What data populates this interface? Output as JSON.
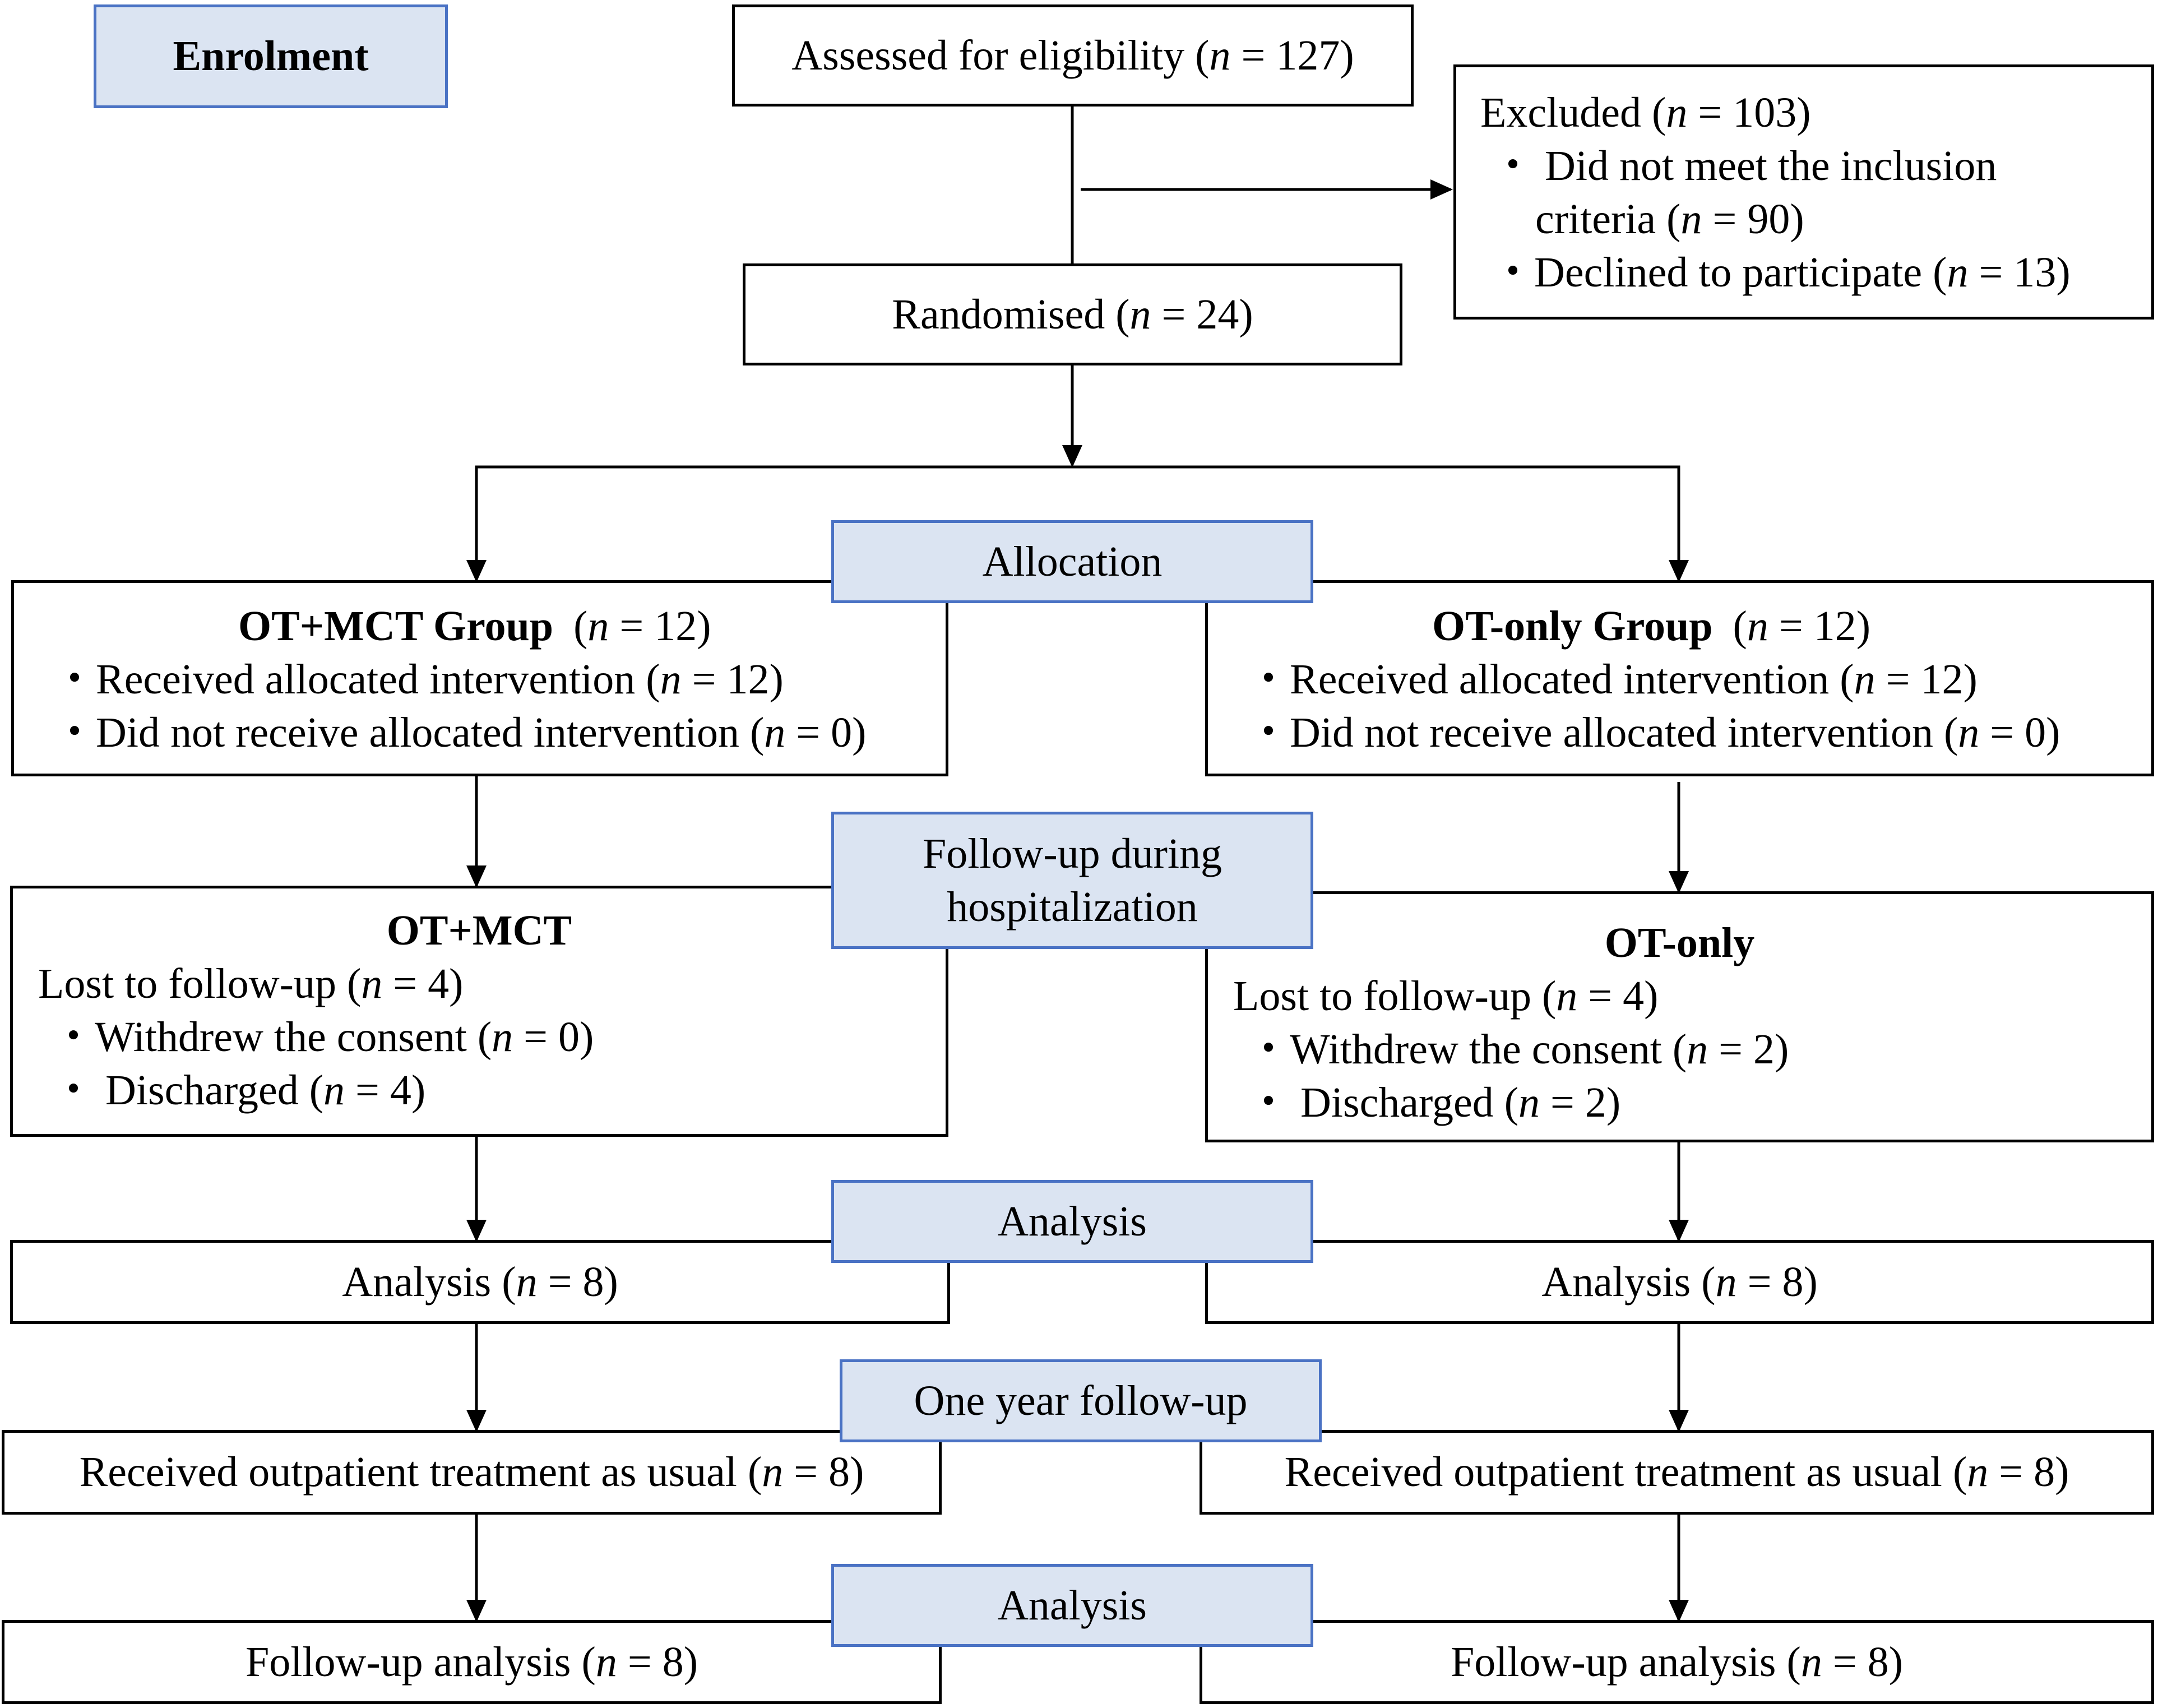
{
  "stages": {
    "enrolment": "Enrolment",
    "allocation": "Allocation",
    "followup_hosp": [
      "Follow-up during",
      "hospitalization"
    ],
    "analysis_1": "Analysis",
    "one_year": "One year follow-up",
    "analysis_2": "Analysis"
  },
  "n_symbol": "n",
  "eligibility": {
    "text": "Assessed for eligibility",
    "n": "127"
  },
  "excluded": {
    "text": "Excluded",
    "n": "103",
    "reason1_line1": "Did not meet the inclusion",
    "reason1_line2": "criteria",
    "reason1_n": "90",
    "reason2": "Declined to participate",
    "reason2_n": "13"
  },
  "randomised": {
    "text": "Randomised",
    "n": "24"
  },
  "left": {
    "group": "OT+MCT Group",
    "group_n": "12",
    "received": "Received allocated intervention",
    "received_n": "12",
    "not_received": "Did not receive allocated intervention",
    "not_received_n": "0",
    "fu_title": "OT+MCT",
    "lost": "Lost to follow-up",
    "lost_n": "4",
    "withdrew": "Withdrew the consent",
    "withdrew_n": "0",
    "discharged": "Discharged",
    "discharged_n": "4",
    "analysis": "Analysis",
    "analysis_n": "8",
    "outpatient": "Received outpatient treatment as usual",
    "outpatient_n": "8",
    "fu_analysis": "Follow-up analysis",
    "fu_analysis_n": "8"
  },
  "right": {
    "group": "OT-only Group",
    "group_n": "12",
    "received": "Received allocated intervention",
    "received_n": "12",
    "not_received": "Did not receive allocated intervention",
    "not_received_n": "0",
    "fu_title": "OT-only",
    "lost": "Lost to follow-up",
    "lost_n": "4",
    "withdrew": "Withdrew the consent",
    "withdrew_n": "2",
    "discharged": "Discharged",
    "discharged_n": "2",
    "analysis": "Analysis",
    "analysis_n": "8",
    "outpatient": "Received outpatient treatment as usual",
    "outpatient_n": "8",
    "fu_analysis": "Follow-up analysis",
    "fu_analysis_n": "8"
  }
}
